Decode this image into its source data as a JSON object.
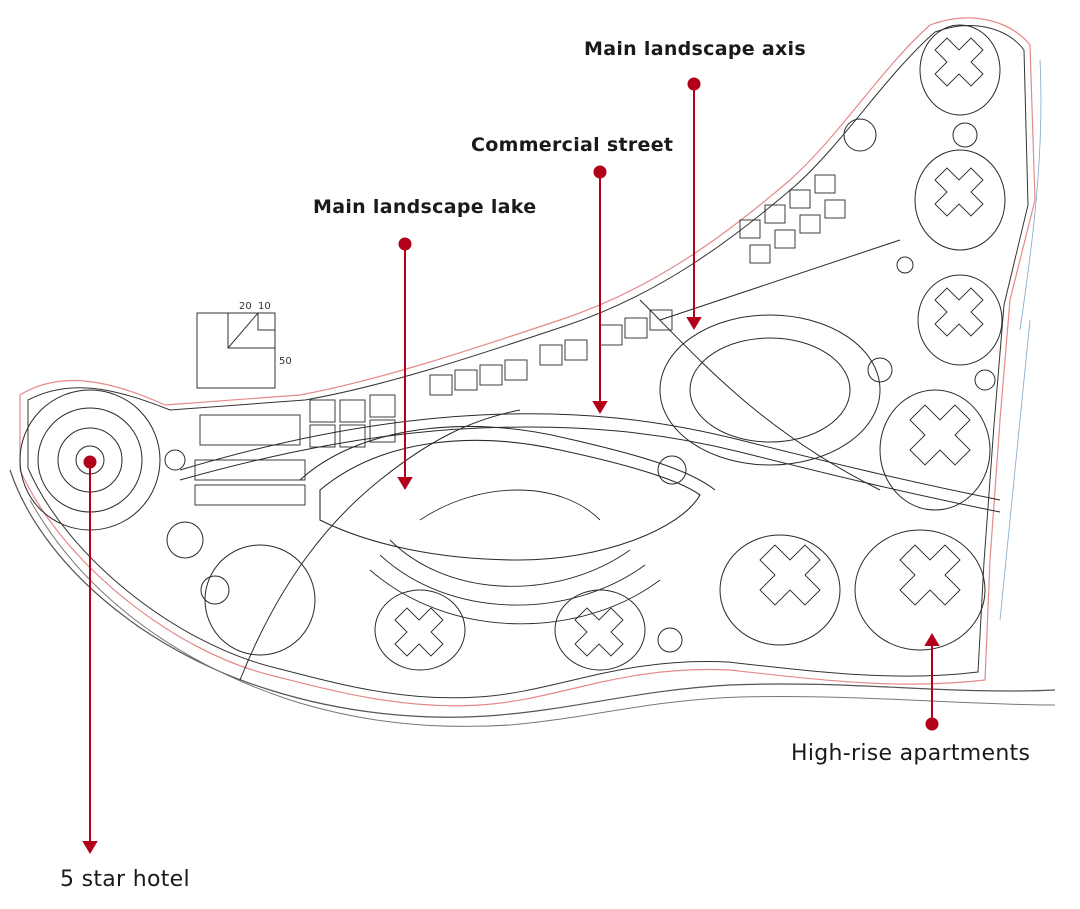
{
  "labels": {
    "main_landscape_axis": "Main landscape axis",
    "commercial_street": "Commercial street",
    "main_landscape_lake": "Main landscape lake",
    "high_rise_apartments": "High-rise apartments",
    "five_star_hotel": "5 star hotel"
  },
  "scale_bar": {
    "n20": "20",
    "n10": "10",
    "n50": "50"
  },
  "colors": {
    "callout": "#b3001b",
    "sketch": "#2a2a2a",
    "boundary": "#e58a8a",
    "contour": "#7fa6c9"
  },
  "icons": {
    "callout_marker": "red-dot-arrow"
  }
}
